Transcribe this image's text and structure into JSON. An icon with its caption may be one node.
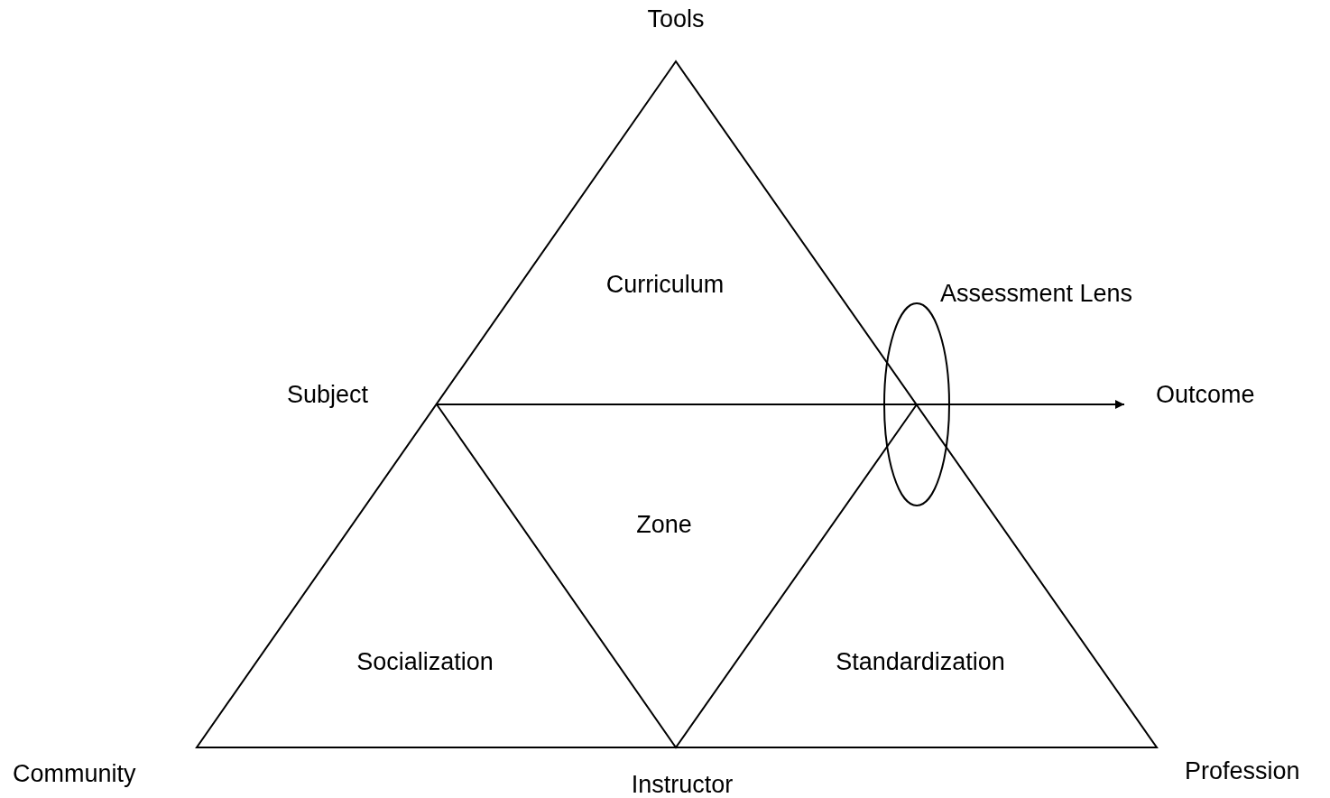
{
  "diagram": {
    "nodes": [
      {
        "text": [
          "Subject"
        ]
      },
      {
        "text": [
          "Outcome"
        ]
      }
    ],
    "edges": [
      {
        "from": 0,
        "to": 1,
        "arrow": "to"
      }
    ],
    "labels": [
      "Tools",
      "Curriculum",
      "Assessment Lens",
      "Zone",
      "Socialization",
      "Standardization",
      "Profession",
      "Community",
      "Instructor"
    ]
  }
}
